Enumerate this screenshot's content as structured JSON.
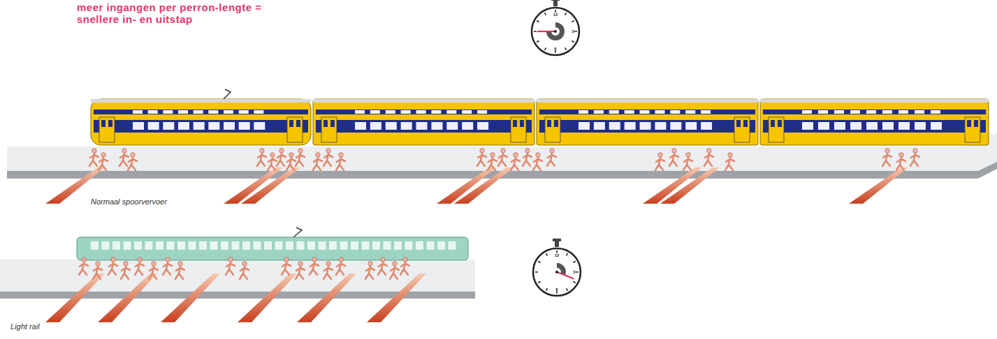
{
  "diagram": {
    "title": "meer ingangen per perron-lengte = snellere in- en uitstap",
    "labels": [
      "Normaal spoorvervoer",
      "Light rail",
      "12",
      "3",
      "6",
      "12",
      "3",
      "6"
    ]
  }
}
